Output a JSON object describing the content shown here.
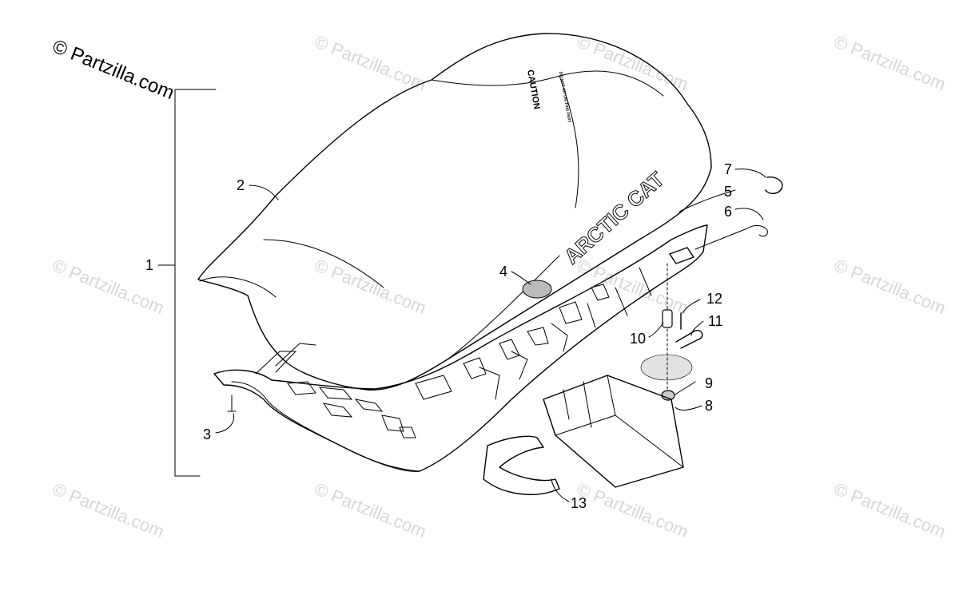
{
  "copyright": "© Partzilla.com",
  "watermark": "© Partzilla.com",
  "decals": {
    "caution_title": "CAUTION",
    "caution_text": "DO NOT SIT ON THIS PART",
    "brand": "ARCTIC CAT"
  },
  "callouts": [
    "1",
    "2",
    "3",
    "4",
    "5",
    "6",
    "7",
    "8",
    "9",
    "10",
    "11",
    "12",
    "13"
  ]
}
